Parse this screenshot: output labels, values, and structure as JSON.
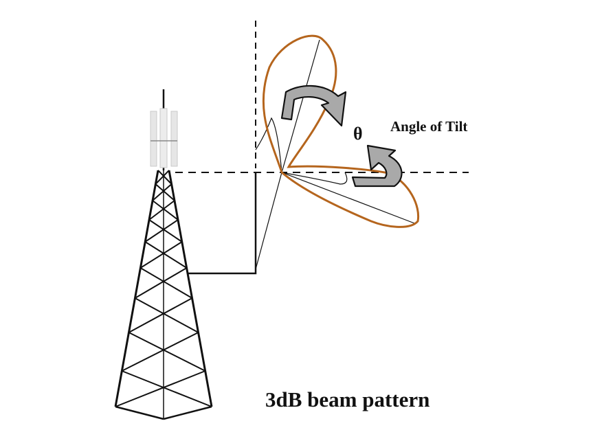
{
  "labels": {
    "theta": "θ",
    "angle_of_tilt": "Angle of Tilt",
    "caption": "3dB  beam pattern"
  },
  "colors": {
    "beam_outline": "#b5651d",
    "line": "#111111",
    "arrow_fill": "#a9a9a9",
    "antenna_panel": "#e6e6e6"
  }
}
